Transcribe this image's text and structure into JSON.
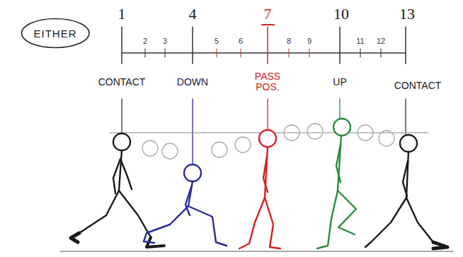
{
  "diagram": {
    "nodes": [
      {
        "text": [
          "EITHER"
        ]
      }
    ],
    "labels": [
      "1",
      "4",
      "7",
      "10",
      "13",
      "2",
      "3",
      "5",
      "6",
      "8",
      "9",
      "11",
      "12",
      "CONTACT",
      "DOWN",
      "PASS POS.",
      "UP",
      "CONTACT"
    ]
  }
}
